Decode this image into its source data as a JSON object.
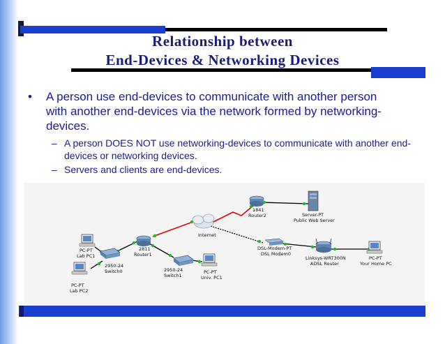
{
  "title": {
    "line1": "Relationship between",
    "line2": "End-Devices & Networking Devices"
  },
  "bullets": {
    "marker": "•",
    "main": "A person use end-devices to communicate with another person with another end-devices via the network formed by networking-devices.",
    "sub_marker": "–",
    "sub1": "A person DOES NOT use networking-devices to communicate with another end-devices or networking devices.",
    "sub2": "Servers and clients are end-devices."
  },
  "diagram": {
    "devices": {
      "lab_pc1": [
        "PC-PT",
        "Lab PC1"
      ],
      "lab_pc2": [
        "PC-PT",
        "Lab PC2"
      ],
      "switch0": [
        "2950-24",
        "Switch0"
      ],
      "router1": [
        "2811",
        "Router1"
      ],
      "switch1": [
        "2950-24",
        "Switch1"
      ],
      "univ_pc1": [
        "PC-PT",
        "Univ. PC1"
      ],
      "internet": [
        "Internet"
      ],
      "router2": [
        "1841",
        "Router2"
      ],
      "server": [
        "Server-PT",
        "Public Web Server"
      ],
      "dsl_modem": [
        "DSL-Modem-PT",
        "DSL Modem0"
      ],
      "adsl_router": [
        "Linksys-WRT300N",
        "ADSL Router"
      ],
      "home_pc": [
        "PC-PT",
        "Your Home PC"
      ]
    }
  }
}
